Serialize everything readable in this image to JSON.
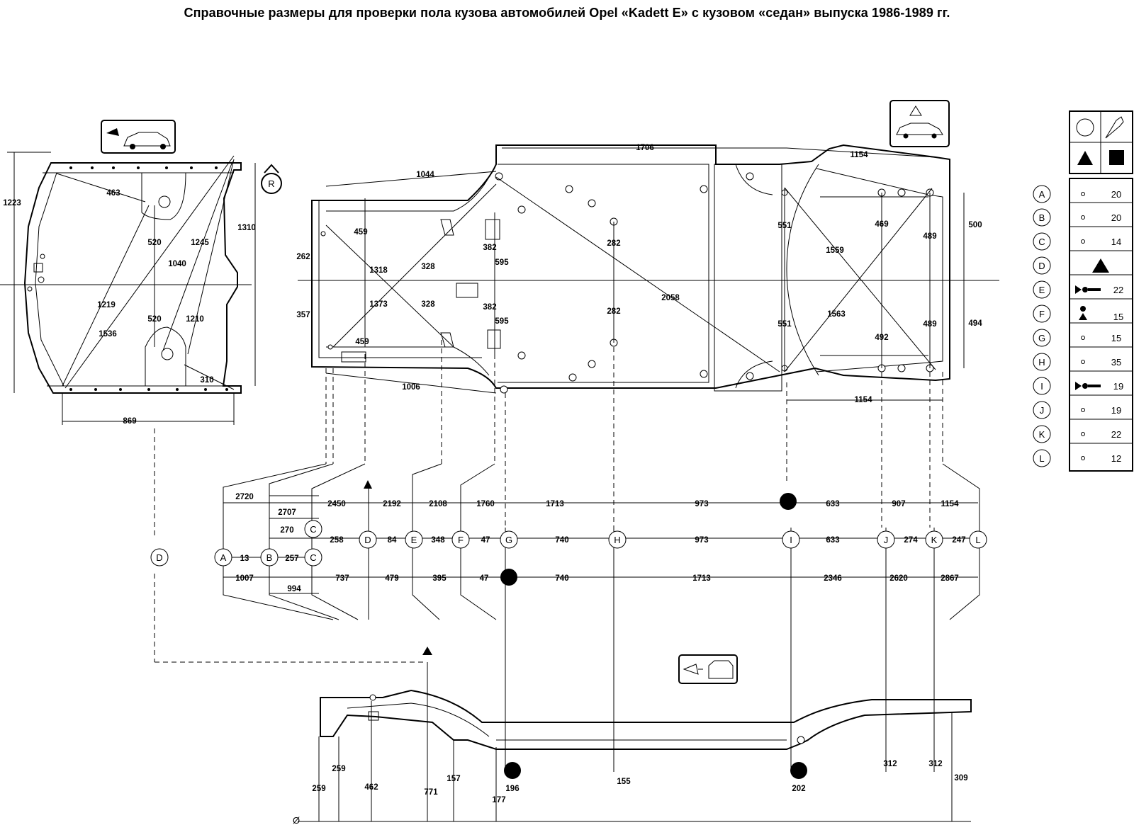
{
  "title": "Справочные размеры для проверки пола кузова автомобилей Opel «Kadett E» с кузовом «седан» выпуска 1986-1989 гг.",
  "front_view": {
    "dims": [
      "1223",
      "463",
      "1310",
      "520",
      "1245",
      "1040",
      "1219",
      "520",
      "1210",
      "1536",
      "310",
      "869"
    ],
    "rear_icon": "R"
  },
  "top_view": {
    "dims_top": [
      "1044",
      "1706",
      "1154"
    ],
    "dims_left": [
      "262",
      "357"
    ],
    "dims_inner": [
      "459",
      "1318",
      "328",
      "382",
      "595",
      "1373",
      "328",
      "382",
      "595",
      "459",
      "282",
      "282",
      "2058",
      "551",
      "551",
      "1559",
      "1563",
      "469",
      "492",
      "489",
      "489",
      "500",
      "494"
    ],
    "dims_bottom": [
      "1006",
      "1154"
    ]
  },
  "rows": {
    "row1": [
      "2720",
      "2707",
      "2450",
      "2192",
      "2108",
      "1760",
      "1713",
      "973",
      "633",
      "907",
      "1154"
    ],
    "row2": [
      "270",
      "258",
      "84",
      "348",
      "47",
      "740",
      "973",
      "633",
      "274",
      "247"
    ],
    "row2b": [
      "13",
      "257"
    ],
    "row3": [
      "1007",
      "994",
      "737",
      "479",
      "395",
      "47",
      "740",
      "1713",
      "2346",
      "2620",
      "2867"
    ]
  },
  "points": [
    "A",
    "B",
    "C",
    "C",
    "D",
    "E",
    "F",
    "G",
    "H",
    "I",
    "J",
    "K",
    "L",
    "D"
  ],
  "side_view": {
    "heights": [
      "259",
      "259",
      "462",
      "771",
      "157",
      "177",
      "196",
      "155",
      "202",
      "312",
      "312",
      "309"
    ],
    "datum": "Ø"
  },
  "legend": {
    "symbols": [
      "circle-icon",
      "bolt-icon",
      "triangle-icon",
      "square-icon"
    ],
    "items": [
      {
        "letter": "A",
        "icon": "hole",
        "value": "20"
      },
      {
        "letter": "B",
        "icon": "hole",
        "value": "20"
      },
      {
        "letter": "C",
        "icon": "hole",
        "value": "14"
      },
      {
        "letter": "D",
        "icon": "triangle",
        "value": ""
      },
      {
        "letter": "E",
        "icon": "bolt",
        "value": "22"
      },
      {
        "letter": "F",
        "icon": "bolt-triangle",
        "value": "15"
      },
      {
        "letter": "G",
        "icon": "hole",
        "value": "15"
      },
      {
        "letter": "H",
        "icon": "hole",
        "value": "35"
      },
      {
        "letter": "I",
        "icon": "bolt",
        "value": "19"
      },
      {
        "letter": "J",
        "icon": "hole",
        "value": "19"
      },
      {
        "letter": "K",
        "icon": "hole",
        "value": "22"
      },
      {
        "letter": "L",
        "icon": "hole",
        "value": "12"
      }
    ]
  }
}
